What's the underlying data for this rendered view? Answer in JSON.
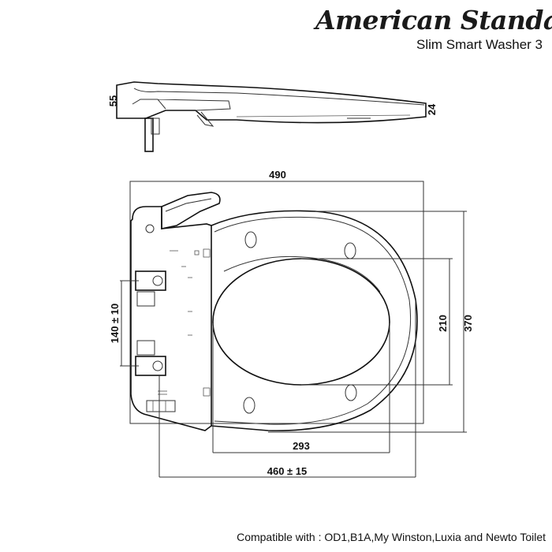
{
  "header": {
    "brand": "American Standard",
    "product": "Slim Smart Washer 3"
  },
  "dimensions": {
    "side_height_rear": "55",
    "side_height_front": "24",
    "overall_width": "490",
    "bolt_spacing": "140 ± 10",
    "inner_opening_width": "210",
    "overall_length": "370",
    "inner_opening_length": "293",
    "mounting_length": "460 ± 15"
  },
  "footer": {
    "compatibility": "Compatible with : OD1,B1A,My Winston,Luxia and Newto Toilet"
  }
}
